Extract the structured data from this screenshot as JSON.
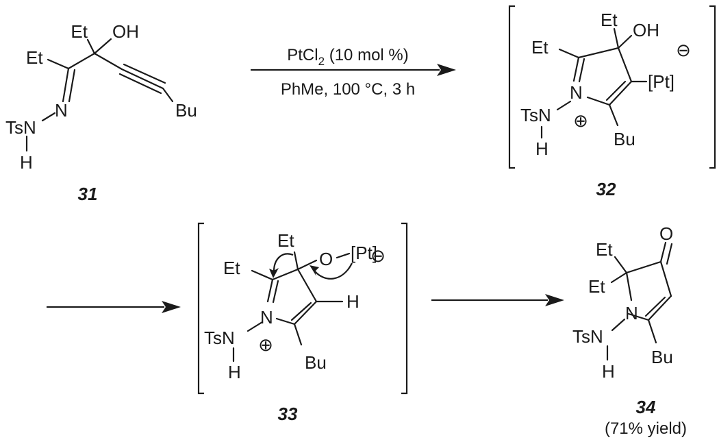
{
  "scheme": {
    "compounds": [
      {
        "id": "31",
        "label": "31",
        "atoms": {
          "et1": "Et",
          "oh": "OH",
          "et2": "Et",
          "n": "N",
          "tsn": "TsN",
          "h": "H",
          "bu": "Bu"
        }
      },
      {
        "id": "32",
        "label": "32",
        "atoms": {
          "et1": "Et",
          "oh": "OH",
          "et2": "Et",
          "n": "N",
          "pt": "[Pt]",
          "tsn": "TsN",
          "h": "H",
          "bu": "Bu",
          "plus": "⊕",
          "minus": "⊖"
        }
      },
      {
        "id": "33",
        "label": "33",
        "atoms": {
          "et1": "Et",
          "o": "O",
          "pt": "[Pt]",
          "et2": "Et",
          "n": "N",
          "h_ring": "H",
          "tsn": "TsN",
          "h": "H",
          "bu": "Bu",
          "plus": "⊕",
          "minus": "⊖"
        }
      },
      {
        "id": "34",
        "label": "34",
        "yield": "(71% yield)",
        "atoms": {
          "et1": "Et",
          "o": "O",
          "et2": "Et",
          "n": "N",
          "tsn": "TsN",
          "h": "H",
          "bu": "Bu"
        }
      }
    ],
    "conditions": {
      "reagent_prefix": "PtCl",
      "reagent_sub": "2",
      "reagent_suffix": " (10 mol %)",
      "solvent": "PhMe, 100 °C, 3 h"
    }
  }
}
